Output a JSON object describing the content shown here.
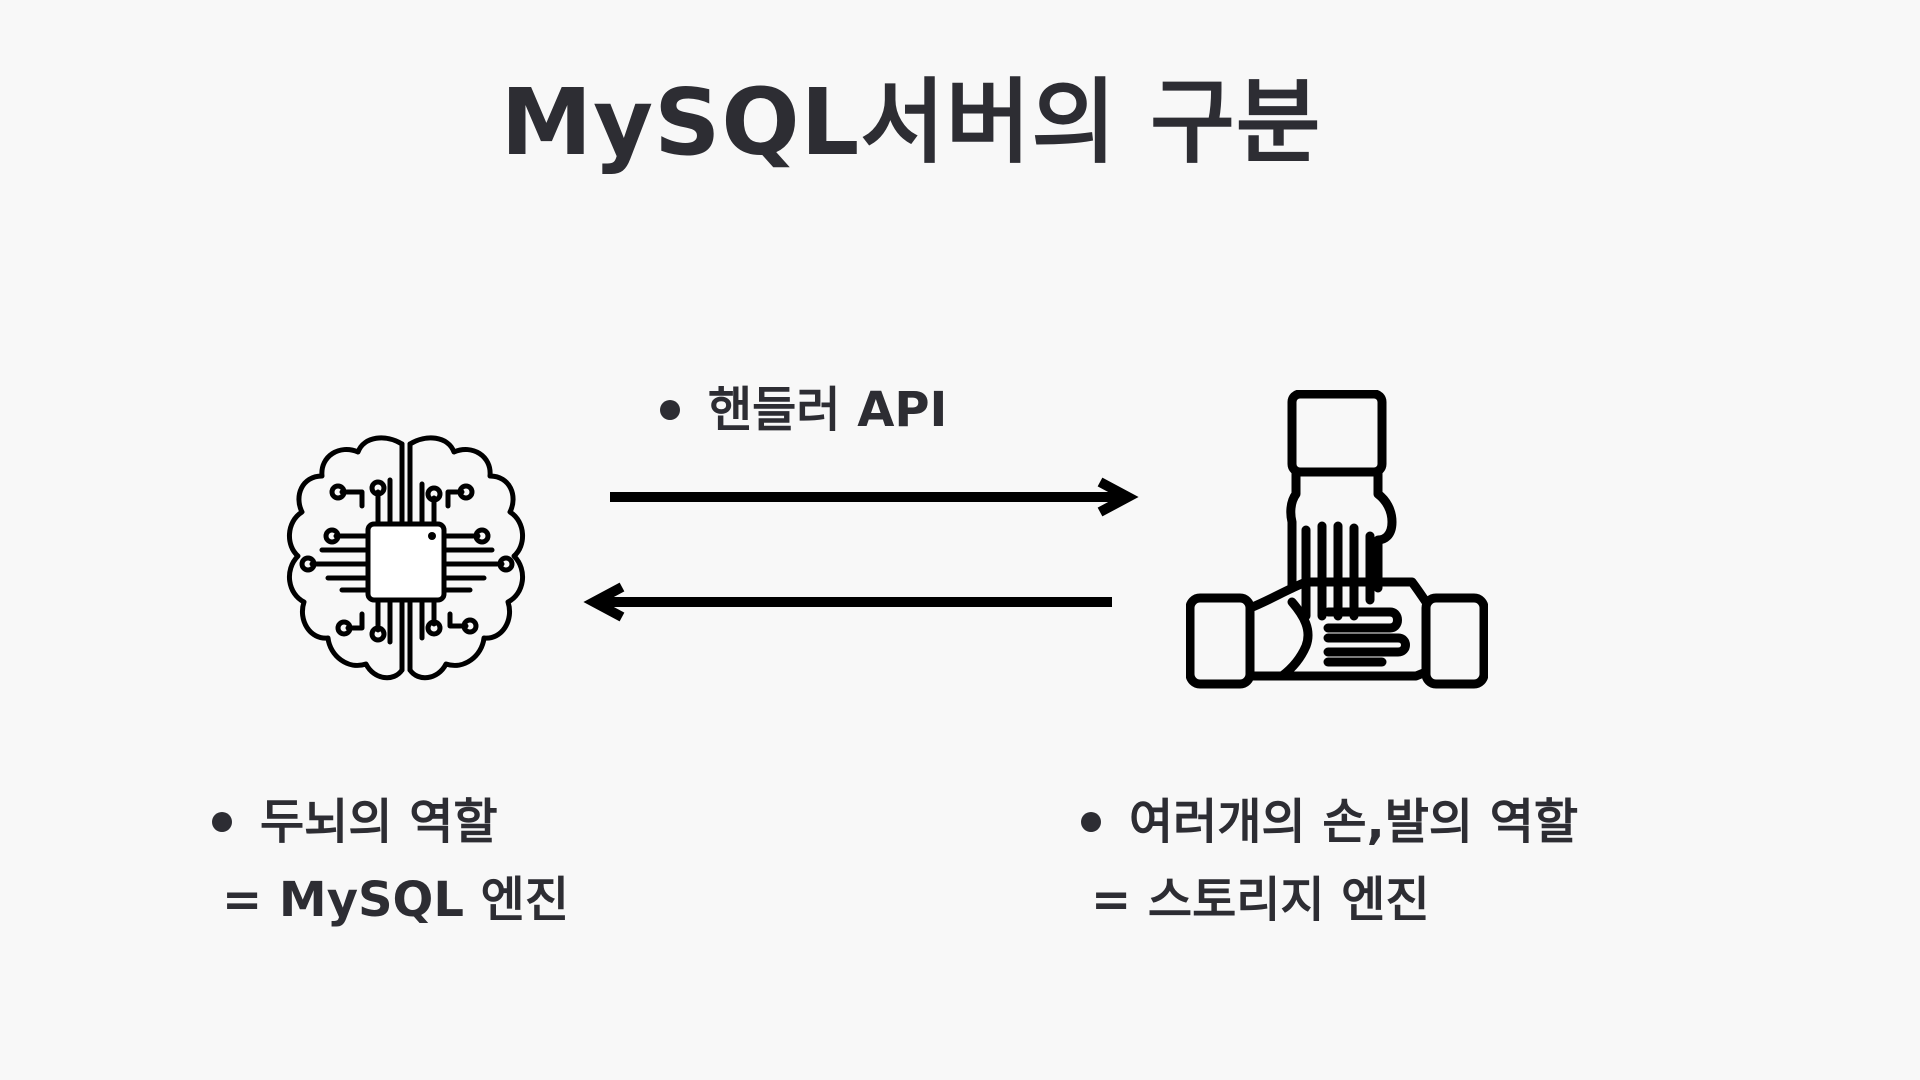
{
  "title": "MySQL서버의 구분",
  "handler_label": "핸들러 API",
  "left_caption": {
    "line1": "두뇌의 역할",
    "line2": "= MySQL 엔진"
  },
  "right_caption": {
    "line1": "여러개의 손,발의 역할",
    "line2": "= 스토리지 엔진"
  },
  "icons": {
    "left": "brain-circuit-icon",
    "right": "stacked-hands-icon"
  },
  "colors": {
    "background": "#f8f8f8",
    "text": "#2d2d33",
    "icon": "#000000"
  }
}
